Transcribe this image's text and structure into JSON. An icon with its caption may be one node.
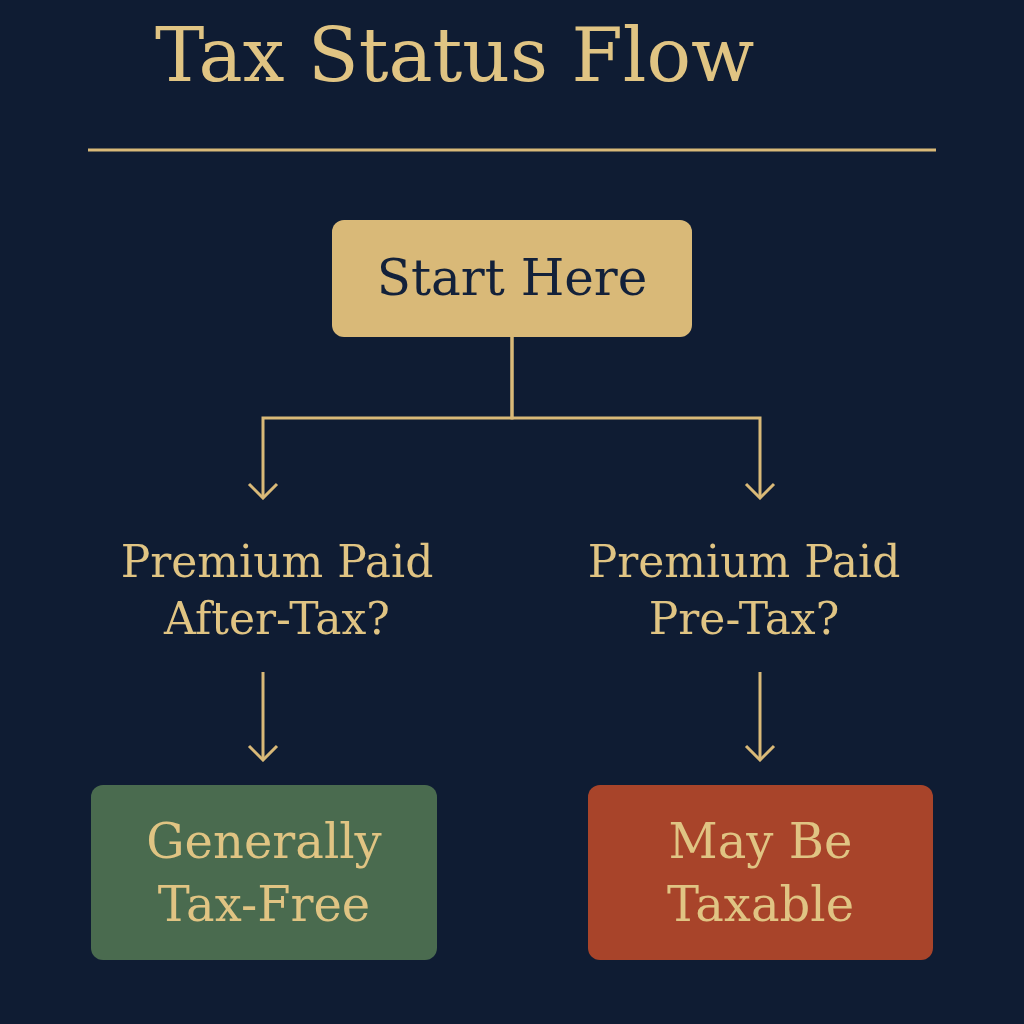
{
  "diagram": {
    "title": "Tax Status Flow",
    "nodes": [
      {
        "text": [
          "Start Here"
        ]
      },
      {
        "text": [
          "Premium Paid After-Tax?"
        ]
      },
      {
        "text": [
          "Premium Paid Pre-Tax?"
        ]
      },
      {
        "text": [
          "Generally Tax-Free"
        ]
      },
      {
        "text": [
          "May Be Taxable"
        ]
      }
    ],
    "edges": [
      {
        "from": 0,
        "to": 1,
        "arrow": "to"
      },
      {
        "from": 0,
        "to": 2,
        "arrow": "to"
      },
      {
        "from": 1,
        "to": 3,
        "arrow": "to"
      },
      {
        "from": 2,
        "to": 4,
        "arrow": "to"
      }
    ]
  }
}
